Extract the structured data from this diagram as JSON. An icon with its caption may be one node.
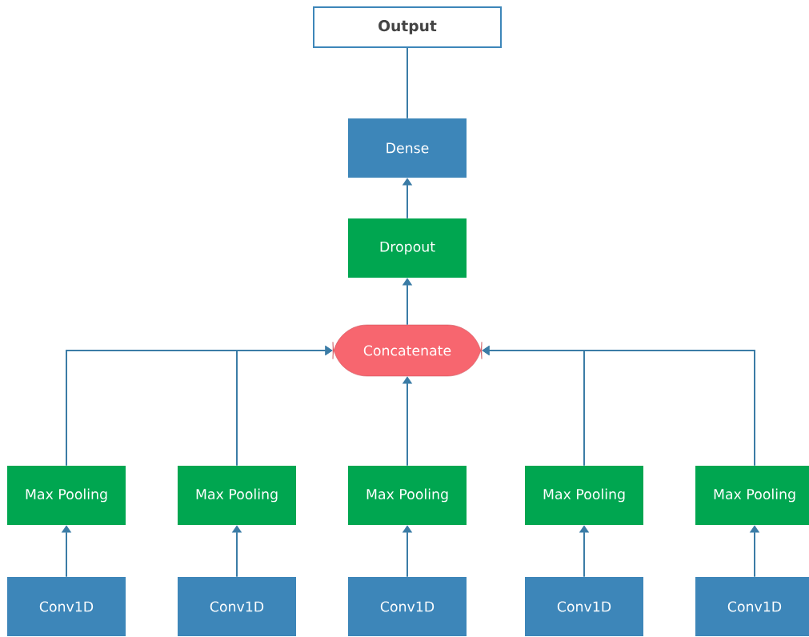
{
  "diagram": {
    "nodes": [
      {
        "text": [
          "Output"
        ]
      },
      {
        "text": [
          "Dense"
        ]
      },
      {
        "text": [
          "Dropout"
        ]
      },
      {
        "text": [
          "Concatenate"
        ]
      },
      {
        "text": [
          "Max Pooling"
        ]
      },
      {
        "text": [
          "Max Pooling"
        ]
      },
      {
        "text": [
          "Max Pooling"
        ]
      },
      {
        "text": [
          "Max Pooling"
        ]
      },
      {
        "text": [
          "Max Pooling"
        ]
      },
      {
        "text": [
          "Conv1D"
        ]
      },
      {
        "text": [
          "Conv1D"
        ]
      },
      {
        "text": [
          "Conv1D"
        ]
      },
      {
        "text": [
          "Conv1D"
        ]
      },
      {
        "text": [
          "Conv1D"
        ]
      }
    ],
    "edges": [
      {
        "from": 1,
        "to": 0,
        "arrow": "none"
      },
      {
        "from": 2,
        "to": 1,
        "arrow": "to"
      },
      {
        "from": 3,
        "to": 2,
        "arrow": "to"
      },
      {
        "from": 4,
        "to": 3,
        "arrow": "to"
      },
      {
        "from": 5,
        "to": 3,
        "arrow": "to"
      },
      {
        "from": 6,
        "to": 3,
        "arrow": "to"
      },
      {
        "from": 7,
        "to": 3,
        "arrow": "to"
      },
      {
        "from": 8,
        "to": 3,
        "arrow": "to"
      },
      {
        "from": 9,
        "to": 4,
        "arrow": "to"
      },
      {
        "from": 10,
        "to": 5,
        "arrow": "to"
      },
      {
        "from": 11,
        "to": 6,
        "arrow": "to"
      },
      {
        "from": 12,
        "to": 7,
        "arrow": "to"
      },
      {
        "from": 13,
        "to": 8,
        "arrow": "to"
      }
    ]
  }
}
